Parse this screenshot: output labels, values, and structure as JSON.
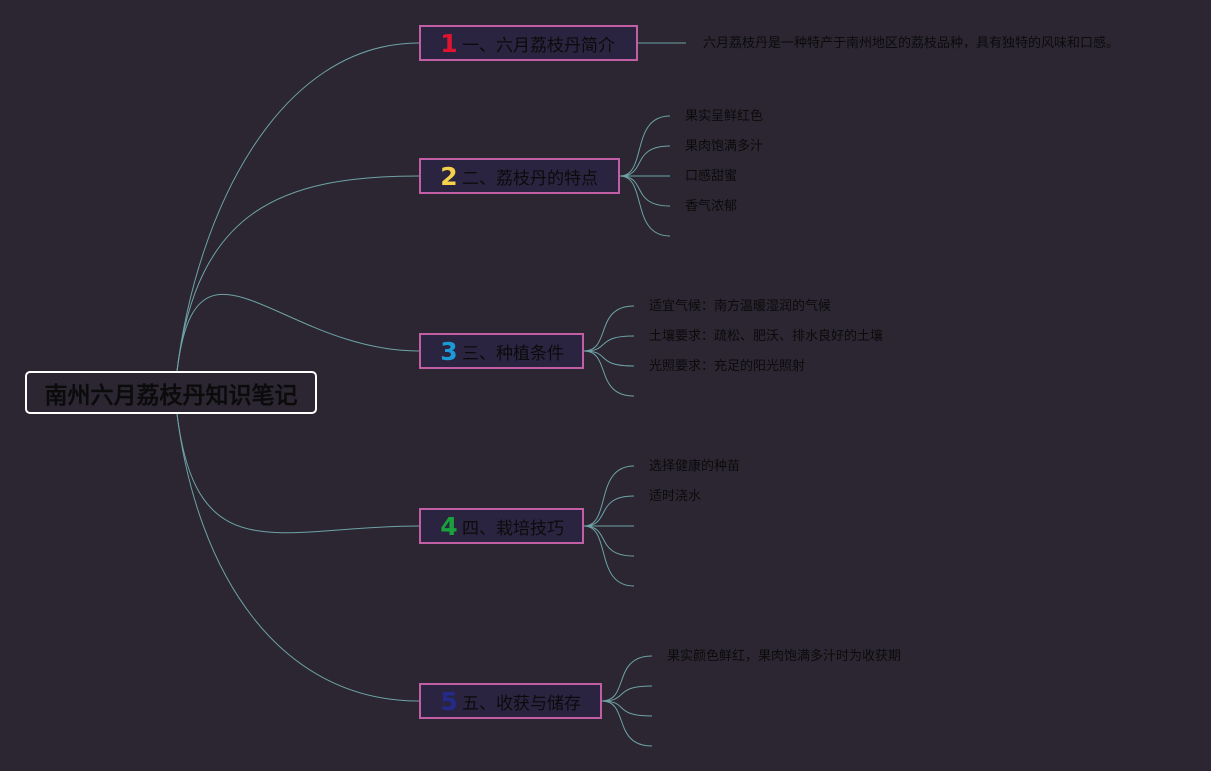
{
  "root": {
    "title": "南州六月荔枝丹知识笔记"
  },
  "line_color": "#6ea3a6",
  "branch_border_color": "#c25fa4",
  "branches": [
    {
      "number": "1",
      "number_color": "#e0142f",
      "title": "一、六月荔枝丹简介",
      "leaves": [
        "六月荔枝丹是一种特产于南州地区的荔枝品种，具有独特的风味和口感。"
      ]
    },
    {
      "number": "2",
      "number_color": "#f5d24a",
      "title": "二、荔枝丹的特点",
      "leaves": [
        "果实呈鲜红色",
        "果肉饱满多汁",
        "口感甜蜜",
        "香气浓郁",
        ""
      ]
    },
    {
      "number": "3",
      "number_color": "#1c9ad6",
      "title": "三、种植条件",
      "leaves": [
        "适宜气候：南方温暖湿润的气候",
        "土壤要求：疏松、肥沃、排水良好的土壤",
        "光照要求：充足的阳光照射",
        ""
      ]
    },
    {
      "number": "4",
      "number_color": "#1aa13c",
      "title": "四、栽培技巧",
      "leaves": [
        "选择健康的种苗",
        "适时浇水",
        "",
        "",
        ""
      ]
    },
    {
      "number": "5",
      "number_color": "#232a8a",
      "title": "五、收获与储存",
      "leaves": [
        "果实颜色鲜红，果肉饱满多汁时为收获期",
        "",
        "",
        ""
      ]
    }
  ]
}
